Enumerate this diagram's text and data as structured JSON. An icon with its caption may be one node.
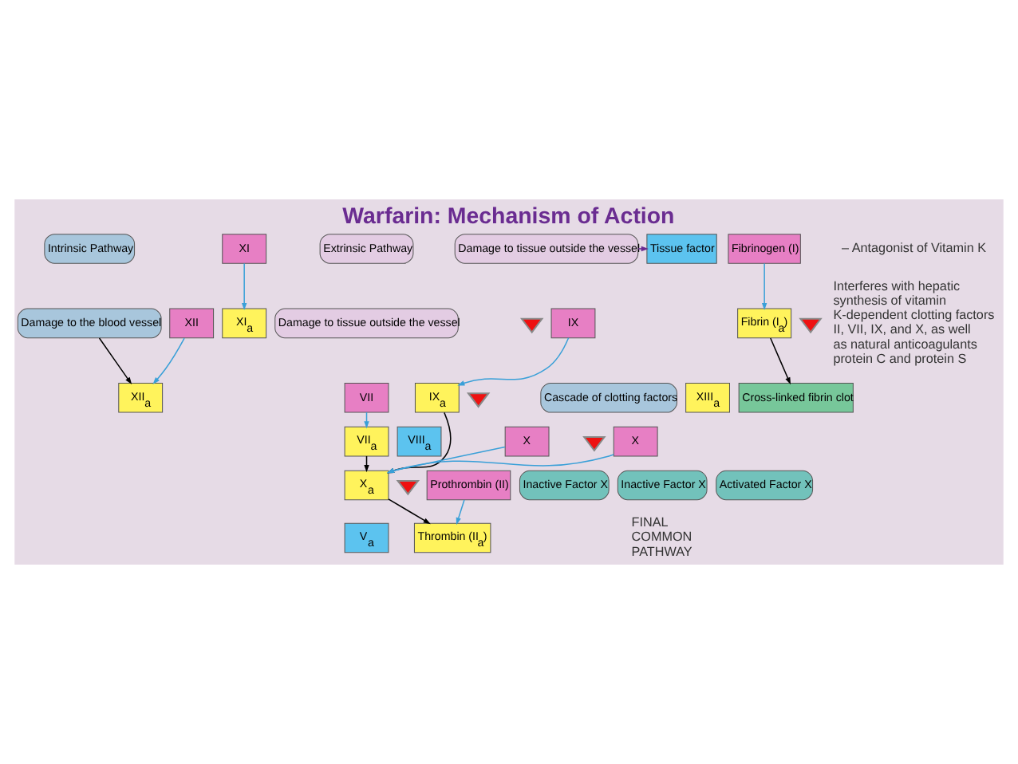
{
  "diagram": {
    "title": "Warfarin: Mechanism of Action",
    "nodes": [
      {
        "text": [
          "Intrinsic Pathway"
        ]
      },
      {
        "text": [
          "Damage to the blood vessel"
        ]
      },
      {
        "text": [
          "XII"
        ]
      },
      {
        "text": [
          "XII$_{a}$"
        ]
      },
      {
        "text": [
          "XI"
        ]
      },
      {
        "text": [
          "XI$_{a}$"
        ]
      },
      {
        "text": [
          "IX"
        ]
      },
      {
        "text": [
          "IX$_{a}$"
        ]
      },
      {
        "text": [
          "VIII$_{a}$"
        ]
      },
      {
        "text": [
          "Cascade of clotting factors"
        ]
      },
      {
        "text": [
          "Extrinsic Pathway"
        ]
      },
      {
        "text": [
          "Damage to tissue outside the vessel"
        ]
      },
      {
        "text": [
          "VII$_{a}$"
        ]
      },
      {
        "text": [
          "VII"
        ]
      },
      {
        "text": [
          "Tissue factor"
        ]
      },
      {
        "text": [
          "Damage to tissue outside the vessel"
        ]
      },
      {
        "text": [
          "X"
        ]
      },
      {
        "text": [
          "Inactive Factor X"
        ]
      },
      {
        "text": [
          "Activated Factor X"
        ]
      },
      {
        "text": [
          "X$_{a}$"
        ]
      },
      {
        "text": [
          "X"
        ]
      },
      {
        "text": [
          "Inactive Factor X"
        ]
      },
      {
        "text": [
          "V$_{a}$"
        ]
      },
      {
        "text": [
          "Prothrombin (II)"
        ]
      },
      {
        "text": [
          "Thrombin (II$_{a}$)"
        ]
      },
      {
        "text": [
          "Fibrinogen (I)"
        ]
      },
      {
        "text": [
          "Fibrin (I$_{a}$)"
        ]
      },
      {
        "text": [
          "XIII$_{a}$"
        ]
      },
      {
        "text": [
          "Cross-linked fibrin clot"
        ]
      },
      {
        "text": [],
        "shape": "triangle"
      },
      {
        "text": [],
        "shape": "triangle"
      },
      {
        "text": [],
        "shape": "triangle"
      },
      {
        "text": [],
        "shape": "triangle"
      },
      {
        "text": [],
        "shape": "triangle"
      }
    ],
    "edges": [
      {
        "from": 1,
        "to": 3,
        "arrow": "to",
        "color": "#000000"
      },
      {
        "from": 2,
        "to": 3,
        "arrow": "to"
      },
      {
        "from": 4,
        "to": 5,
        "arrow": "to"
      },
      {
        "from": 6,
        "to": 7,
        "arrow": "to"
      },
      {
        "from": 13,
        "to": 12,
        "arrow": "to"
      },
      {
        "from": 15,
        "to": 14,
        "arrow": "to",
        "color": "#6a2c91"
      },
      {
        "from": 7,
        "to": 19,
        "arrow": "to",
        "color": "#000000"
      },
      {
        "from": 12,
        "to": 19,
        "arrow": "to",
        "color": "#000000"
      },
      {
        "from": 16,
        "to": 19,
        "arrow": "to"
      },
      {
        "from": 20,
        "to": 19,
        "arrow": "to"
      },
      {
        "from": 19,
        "to": 24,
        "arrow": "to",
        "color": "#000000"
      },
      {
        "from": 23,
        "to": 24,
        "arrow": "to"
      },
      {
        "from": 25,
        "to": 26,
        "arrow": "to"
      },
      {
        "from": 26,
        "to": 28,
        "arrow": "to",
        "color": "#000000"
      }
    ],
    "labels": [
      "– Antagonist of Vitamin K",
      "Interferes with hepatic synthesis of vitamin K-dependent clotting factors II, VII, IX, and X, as well as natural anticoagulants protein C and protein S",
      "FINAL COMMON PATHWAY"
    ]
  }
}
